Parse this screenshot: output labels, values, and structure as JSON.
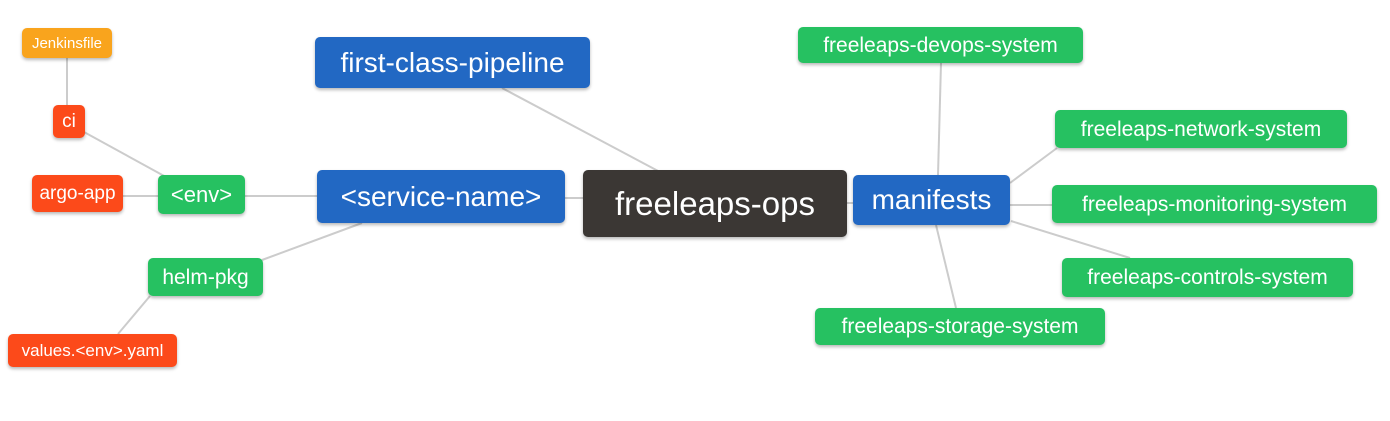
{
  "colors": {
    "blue": "#2268C3",
    "green": "#26C161",
    "orange": "#F9A41D",
    "red": "#FC4A1A",
    "dark": "#3B3734",
    "line": "#CCCCCC",
    "background": "#FFFFFF",
    "text": "#FFFFFF"
  },
  "diagram": {
    "title": "freeleaps-ops mind map",
    "nodes": {
      "freeleaps_ops": {
        "label": "freeleaps-ops",
        "color": "dark"
      },
      "first_class_pipeline": {
        "label": "first-class-pipeline",
        "color": "blue"
      },
      "service_name": {
        "label": "<service-name>",
        "color": "blue"
      },
      "manifests": {
        "label": "manifests",
        "color": "blue"
      },
      "env": {
        "label": "<env>",
        "color": "green"
      },
      "helm_pkg": {
        "label": "helm-pkg",
        "color": "green"
      },
      "ci": {
        "label": "ci",
        "color": "red"
      },
      "argo_app": {
        "label": "argo-app",
        "color": "red"
      },
      "jenkinsfile": {
        "label": "Jenkinsfile",
        "color": "orange"
      },
      "values_env_yaml": {
        "label": "values.<env>.yaml",
        "color": "red"
      },
      "freeleaps_devops_system": {
        "label": "freeleaps-devops-system",
        "color": "green"
      },
      "freeleaps_network_system": {
        "label": "freeleaps-network-system",
        "color": "green"
      },
      "freeleaps_monitoring_system": {
        "label": "freeleaps-monitoring-system",
        "color": "green"
      },
      "freeleaps_controls_system": {
        "label": "freeleaps-controls-system",
        "color": "green"
      },
      "freeleaps_storage_system": {
        "label": "freeleaps-storage-system",
        "color": "green"
      }
    },
    "edges": [
      [
        "jenkinsfile",
        "ci"
      ],
      [
        "ci",
        "env"
      ],
      [
        "argo_app",
        "env"
      ],
      [
        "env",
        "service_name"
      ],
      [
        "helm_pkg",
        "service_name"
      ],
      [
        "values_env_yaml",
        "helm_pkg"
      ],
      [
        "first_class_pipeline",
        "freeleaps_ops"
      ],
      [
        "service_name",
        "freeleaps_ops"
      ],
      [
        "freeleaps_ops",
        "manifests"
      ],
      [
        "manifests",
        "freeleaps_devops_system"
      ],
      [
        "manifests",
        "freeleaps_network_system"
      ],
      [
        "manifests",
        "freeleaps_monitoring_system"
      ],
      [
        "manifests",
        "freeleaps_controls_system"
      ],
      [
        "manifests",
        "freeleaps_storage_system"
      ]
    ]
  }
}
